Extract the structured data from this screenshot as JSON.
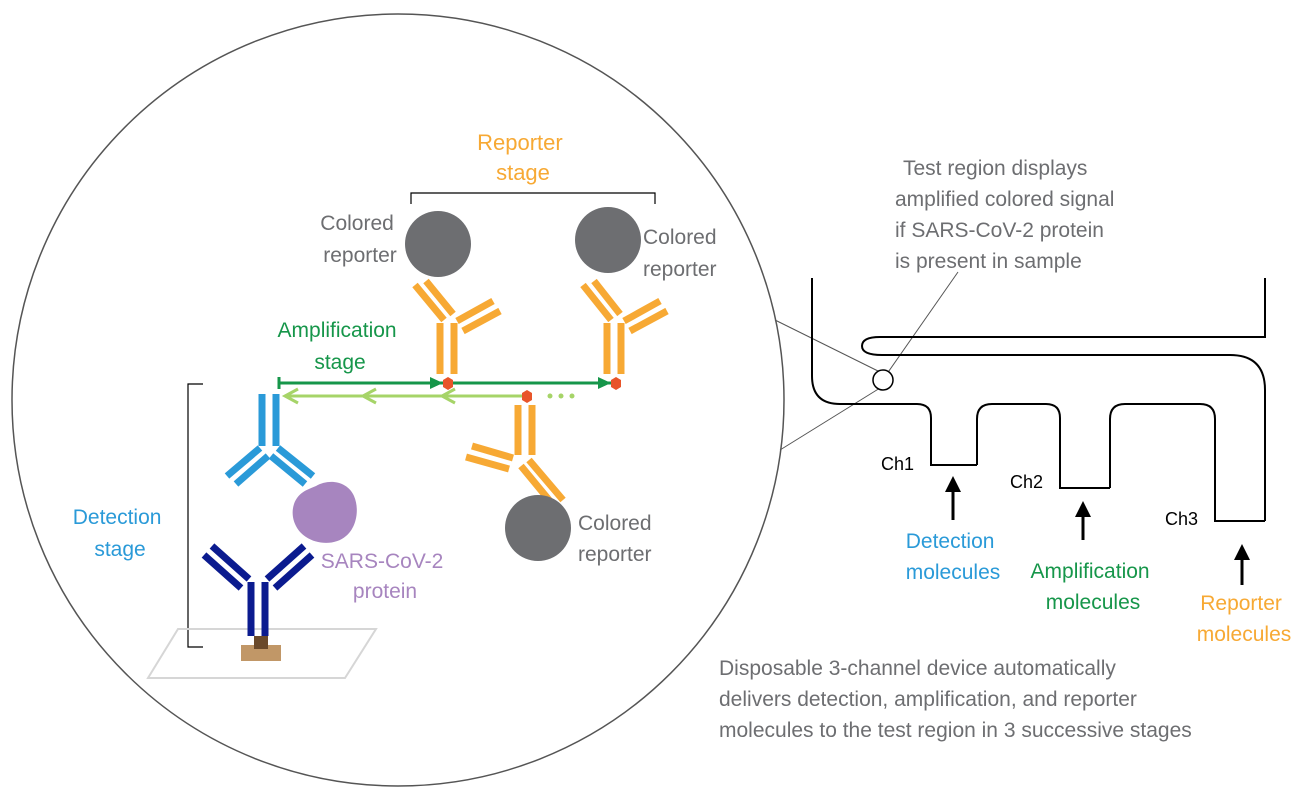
{
  "colors": {
    "gray_text": "#6d6e71",
    "black": "#000000",
    "blue": "#2a9ad8",
    "green": "#16964a",
    "light_green": "#a6d468",
    "orange": "#f7a934",
    "dark_blue": "#0b1b8f",
    "purple": "#a785bf",
    "reporter_gray": "#6d6e71",
    "red_dot": "#e8552a",
    "base_brown": "#c19767",
    "plate_gray": "#d6d6d6"
  },
  "labels": {
    "reporter_stage": [
      "Reporter",
      "stage"
    ],
    "amplification_stage": [
      "Amplification",
      "stage"
    ],
    "detection_stage": [
      "Detection",
      "stage"
    ],
    "sars_protein": [
      "SARS-CoV-2",
      "protein"
    ],
    "colored_reporter_left": [
      "Colored",
      "reporter"
    ],
    "colored_reporter_right": [
      "Colored",
      "reporter"
    ],
    "colored_reporter_bottom": [
      "Colored",
      "reporter"
    ],
    "test_region_note": [
      "Test region displays",
      "amplified colored signal",
      "if SARS-CoV-2 protein",
      "is present in sample"
    ],
    "ch1": "Ch1",
    "ch2": "Ch2",
    "ch3": "Ch3",
    "detection_molecules": [
      "Detection",
      "molecules"
    ],
    "amplification_molecules": [
      "Amplification",
      "molecules"
    ],
    "reporter_molecules": [
      "Reporter",
      "molecules"
    ],
    "device_note": [
      "Disposable 3-channel device automatically",
      "delivers detection, amplification, and reporter",
      "molecules to the test region in 3 successive stages"
    ]
  }
}
